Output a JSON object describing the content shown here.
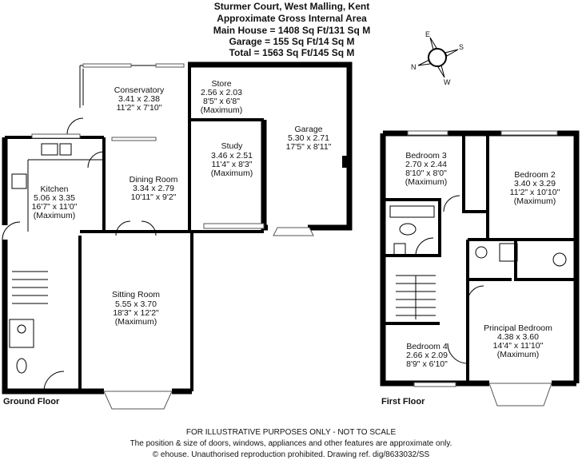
{
  "header": {
    "title": "Sturmer Court, West Malling, Kent",
    "subtitle": "Approximate Gross Internal Area",
    "main_house": "Main House = 1408 Sq Ft/131 Sq M",
    "garage": "Garage = 155 Sq Ft/14 Sq M",
    "total": "Total = 1563 Sq Ft/145 Sq M"
  },
  "compass": {
    "n": "N",
    "e": "E",
    "s": "S",
    "w": "W"
  },
  "ground_floor": {
    "label": "Ground Floor",
    "rooms": {
      "conservatory": [
        "Conservatory",
        "3.41 x 2.38",
        "11'2\" x 7'10\""
      ],
      "store": [
        "Store",
        "2.56 x 2.03",
        "8'5\" x 6'8\"",
        "(Maximum)"
      ],
      "garage": [
        "Garage",
        "5.30 x 2.71",
        "17'5\" x 8'11\""
      ],
      "study": [
        "Study",
        "3.46 x 2.51",
        "11'4\" x 8'3\"",
        "(Maximum)"
      ],
      "dining": [
        "Dining Room",
        "3.34 x 2.79",
        "10'11\" x 9'2\""
      ],
      "kitchen": [
        "Kitchen",
        "5.06 x 3.35",
        "16'7\" x 11'0\"",
        "(Maximum)"
      ],
      "sitting": [
        "Sitting Room",
        "5.55 x 3.70",
        "18'3\" x 12'2\"",
        "(Maximum)"
      ]
    }
  },
  "first_floor": {
    "label": "First Floor",
    "rooms": {
      "bedroom3": [
        "Bedroom 3",
        "2.70 x 2.44",
        "8'10\" x 8'0\"",
        "(Maximum)"
      ],
      "bedroom2": [
        "Bedroom 2",
        "3.40 x 3.29",
        "11'2\" x 10'10\"",
        "(Maximum)"
      ],
      "principal": [
        "Principal Bedroom",
        "4.38 x 3.60",
        "14'4\" x 11'10\"",
        "(Maximum)"
      ],
      "bedroom4": [
        "Bedroom 4",
        "2.66 x 2.09",
        "8'9\" x 6'10\""
      ]
    }
  },
  "footer": {
    "disclaimer": "FOR ILLUSTRATIVE PURPOSES ONLY - NOT TO SCALE",
    "note": "The position & size of doors, windows, appliances and other features are approximate only.",
    "copyright": "© ehouse. Unauthorised reproduction prohibited. Drawing ref. dig/8633032/SS"
  }
}
